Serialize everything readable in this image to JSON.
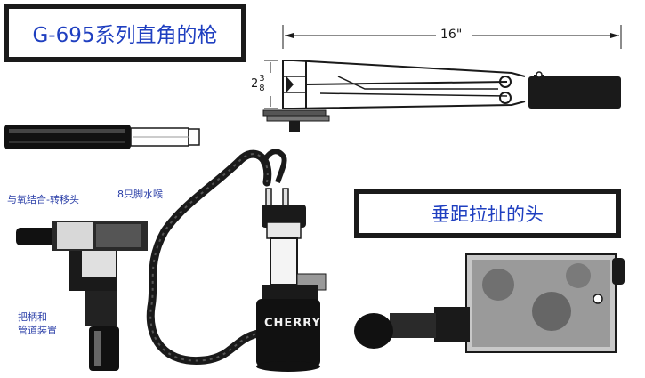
{
  "titles": {
    "gun_title": "G-695系列直角的枪",
    "head_title": "垂距拉扯的头"
  },
  "dimensions": {
    "length": "16\"",
    "height_whole": "2",
    "height_num": "3",
    "height_den": "8"
  },
  "labels": {
    "combo": "与氧结合-转移头",
    "nozzle": "8只脚水喉",
    "handle_line1": "把柄和",
    "handle_line2": "管道装置"
  },
  "brand": "CHERRY",
  "colors": {
    "title_blue": "#1f3fc0",
    "label_blue": "#2b3fa8",
    "ink": "#1a1a1a"
  }
}
